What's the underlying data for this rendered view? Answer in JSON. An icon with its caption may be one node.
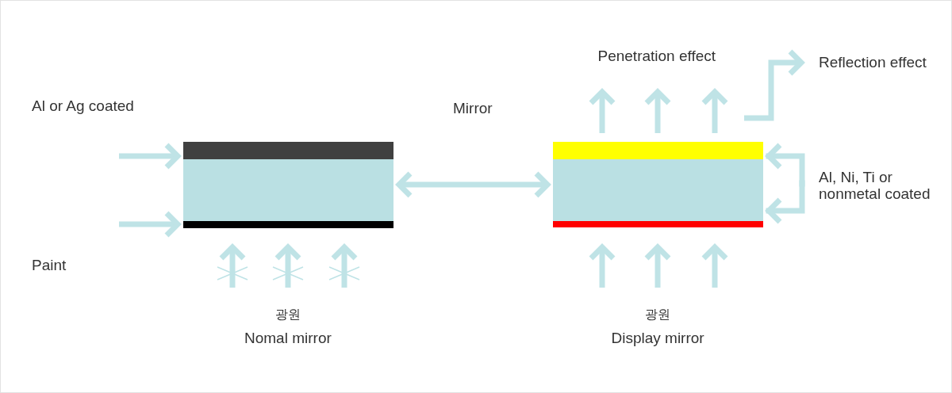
{
  "diagram": {
    "nodes": [
      {
        "text": [],
        "shape": "bar"
      },
      {
        "text": [],
        "shape": "bar"
      },
      {
        "text": [],
        "shape": "bar"
      },
      {
        "text": [],
        "shape": "bar"
      },
      {
        "text": [],
        "shape": "bar"
      },
      {
        "text": [],
        "shape": "bar"
      }
    ],
    "edges": [
      {
        "from": null,
        "to": 0,
        "arrow": "to"
      },
      {
        "from": null,
        "to": 2,
        "arrow": "to"
      },
      {
        "from": 1,
        "to": 4,
        "arrow": "both",
        "label": "Mirror"
      },
      {
        "from": null,
        "to": 3,
        "arrow": "to"
      },
      {
        "from": null,
        "to": 4,
        "arrow": "to"
      }
    ],
    "labels": [
      "Penetration effect",
      "Reflection effect",
      "Al or Ag coated",
      "Al, Ni, Ti or nonmetal coated",
      "Paint",
      "광원",
      "광원",
      "Nomal mirror",
      "Display mirror"
    ]
  }
}
